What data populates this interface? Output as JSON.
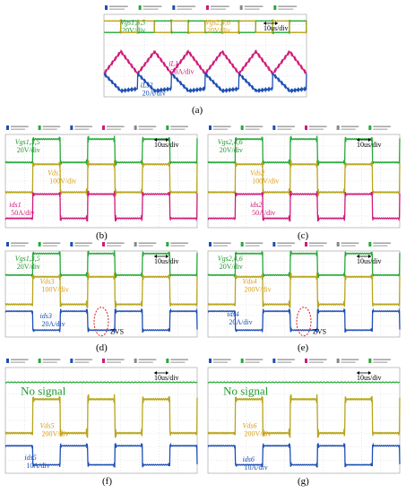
{
  "colors": {
    "green": "#27a83a",
    "yellow": "#b7a51a",
    "magenta": "#d01a78",
    "blue": "#1d4fb3",
    "red": "#d42020",
    "grid": "#c9c9c9",
    "label_green": "#1f9a2e",
    "label_yellow": "#d8a018",
    "label_magenta": "#d01a78",
    "label_blue": "#1d4fb3",
    "label_red": "#d42020"
  },
  "chart_data": [
    {
      "panel": "(a)",
      "type": "line",
      "time_div": "10us/div",
      "series": [
        {
          "color": "green",
          "kind": "square_small",
          "label_sig": "Vgs1,3,5",
          "label_scale": "20V/div",
          "position": "top-left"
        },
        {
          "color": "yellow",
          "kind": "square_small",
          "label_sig": "Vgs2,4,6",
          "label_scale": "20V/div",
          "position": "top-mid"
        },
        {
          "color": "magenta",
          "kind": "triangle",
          "label_sig": "iL1",
          "label_scale": "20A/div"
        },
        {
          "color": "blue",
          "kind": "sawtooth",
          "label_sig": "iLs2",
          "label_scale": "20A/div"
        }
      ]
    },
    {
      "panel": "(b)",
      "type": "line",
      "time_div": "10us/div",
      "series": [
        {
          "color": "green",
          "kind": "square",
          "label_sig": "Vgs1,3,5",
          "label_scale": "20V/div"
        },
        {
          "color": "yellow",
          "kind": "square",
          "label_sig": "Vds1",
          "label_scale": "100V/div"
        },
        {
          "color": "magenta",
          "kind": "square",
          "label_sig": "ids1",
          "label_scale": "50A/div"
        }
      ]
    },
    {
      "panel": "(c)",
      "type": "line",
      "time_div": "10us/div",
      "series": [
        {
          "color": "green",
          "kind": "square",
          "label_sig": "Vgs2,4,6",
          "label_scale": "20V/div"
        },
        {
          "color": "yellow",
          "kind": "square",
          "label_sig": "Vds2",
          "label_scale": "100V/div"
        },
        {
          "color": "magenta",
          "kind": "square",
          "label_sig": "ids2",
          "label_scale": "50A/div"
        }
      ]
    },
    {
      "panel": "(d)",
      "type": "line",
      "time_div": "10us/div",
      "annotation": "ZVS",
      "series": [
        {
          "color": "green",
          "kind": "square",
          "label_sig": "Vgs1,3,5",
          "label_scale": "20V/div"
        },
        {
          "color": "yellow",
          "kind": "square",
          "label_sig": "Vds3",
          "label_scale": "100V/div"
        },
        {
          "color": "blue",
          "kind": "square",
          "label_sig": "ids3",
          "label_scale": "20A/div"
        }
      ]
    },
    {
      "panel": "(e)",
      "type": "line",
      "time_div": "10us/div",
      "annotation": "ZVS",
      "series": [
        {
          "color": "green",
          "kind": "square",
          "label_sig": "Vgs2,4,6",
          "label_scale": "20V/div"
        },
        {
          "color": "yellow",
          "kind": "square",
          "label_sig": "Vds4",
          "label_scale": "200V/div"
        },
        {
          "color": "blue",
          "kind": "square",
          "label_sig": "ids4",
          "label_scale": "20A/div"
        }
      ]
    },
    {
      "panel": "(f)",
      "type": "line",
      "time_div": "10us/div",
      "note": "No signal",
      "series": [
        {
          "color": "green",
          "kind": "flat",
          "label_sig": "",
          "label_scale": ""
        },
        {
          "color": "yellow",
          "kind": "square",
          "label_sig": "Vds5",
          "label_scale": "200V/div"
        },
        {
          "color": "blue",
          "kind": "square",
          "label_sig": "ids5",
          "label_scale": "10A/div"
        }
      ]
    },
    {
      "panel": "(g)",
      "type": "line",
      "time_div": "10us/div",
      "note": "No signal",
      "series": [
        {
          "color": "green",
          "kind": "flat",
          "label_sig": "",
          "label_scale": ""
        },
        {
          "color": "yellow",
          "kind": "square",
          "label_sig": "Vds6",
          "label_scale": "200V/div"
        },
        {
          "color": "blue",
          "kind": "square",
          "label_sig": "ids6",
          "label_scale": "10A/div"
        }
      ]
    }
  ]
}
